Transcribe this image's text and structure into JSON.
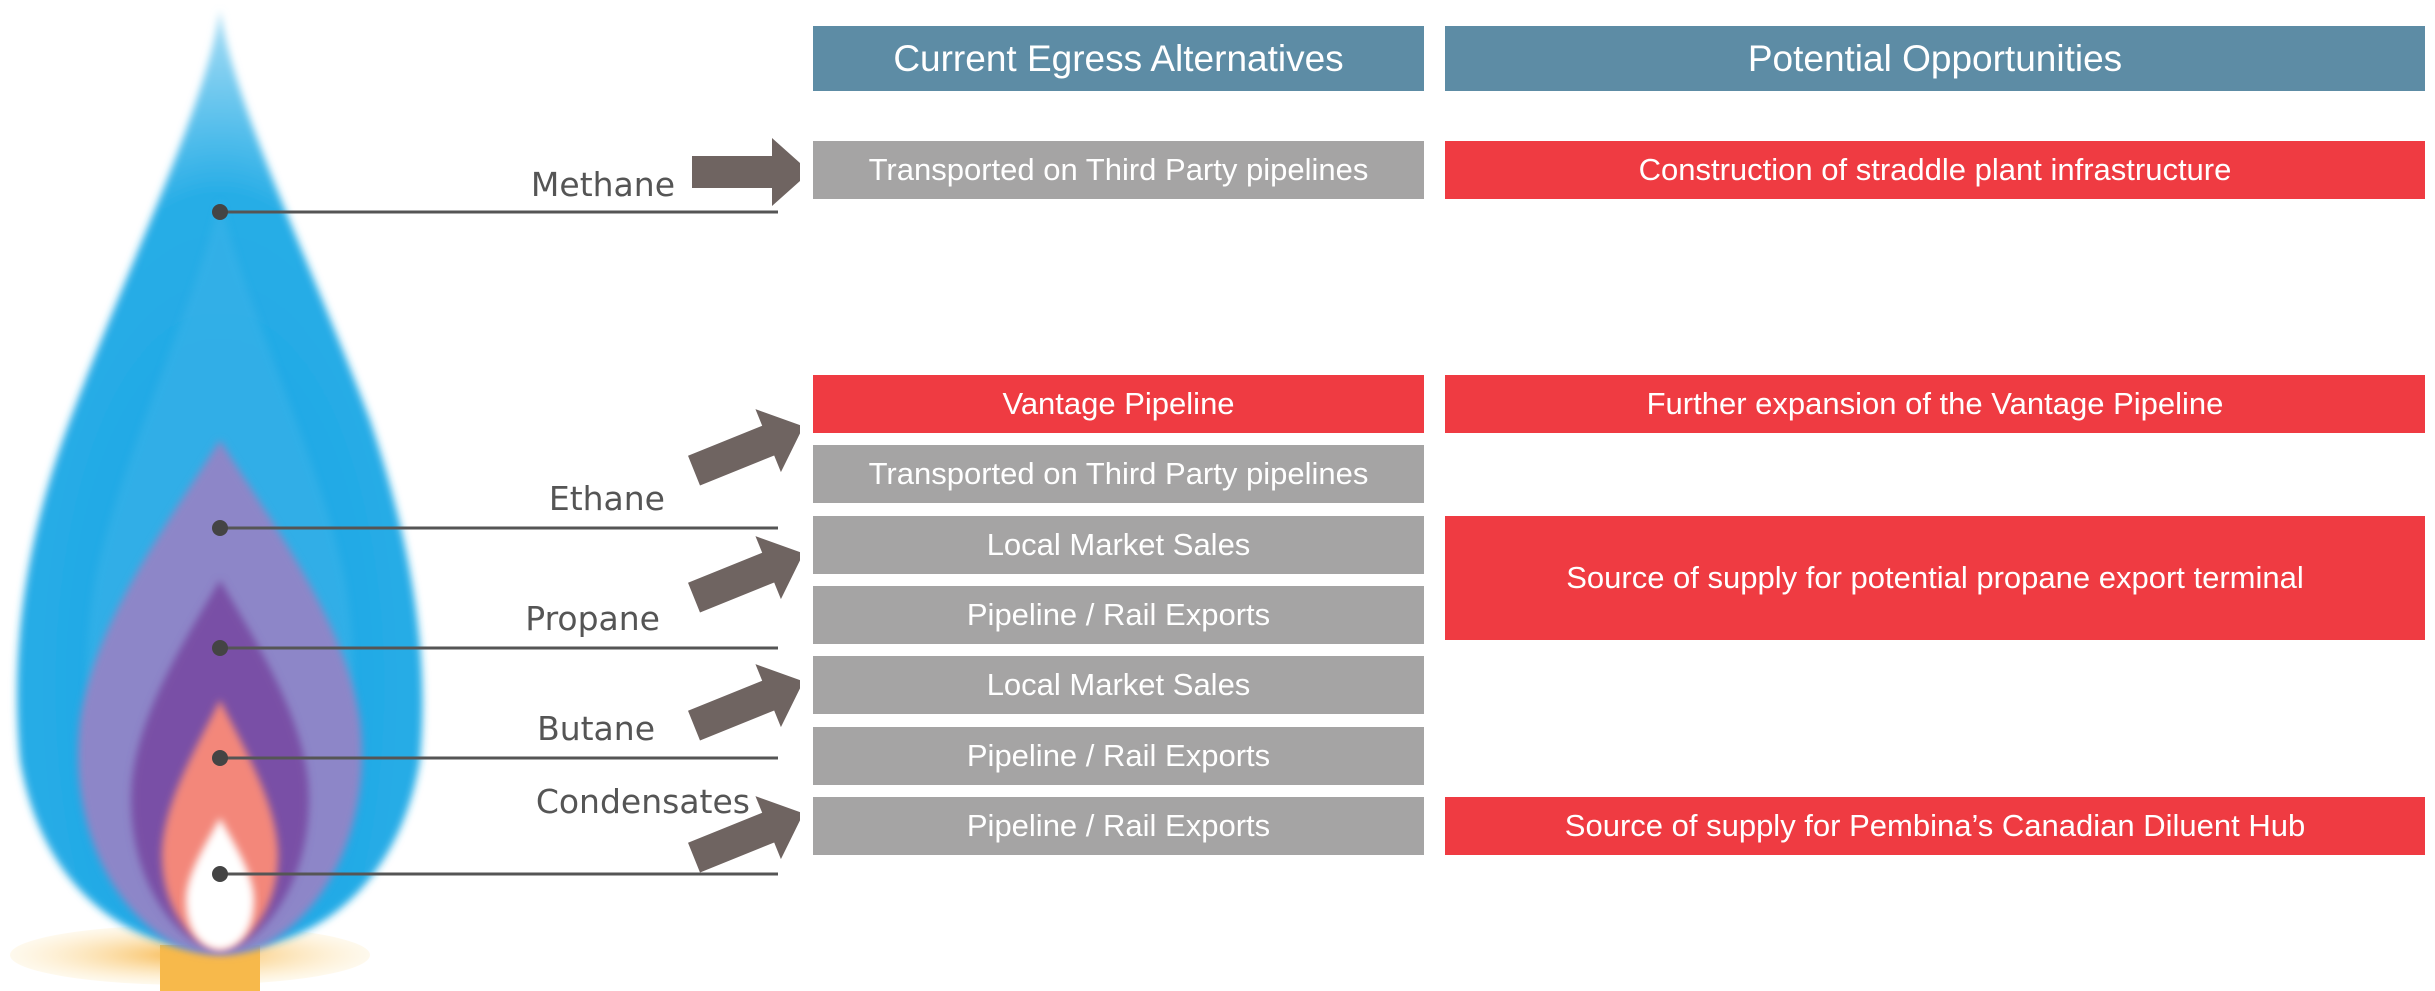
{
  "headers": {
    "current": "Current Egress Alternatives",
    "potential": "Potential Opportunities"
  },
  "gases": {
    "methane": "Methane",
    "ethane": "Ethane",
    "propane": "Propane",
    "butane": "Butane",
    "condensates": "Condensates"
  },
  "current": {
    "methane_third_party": "Transported on Third Party pipelines",
    "vantage": "Vantage Pipeline",
    "ethane_third_party": "Transported on Third Party pipelines",
    "propane_local": "Local Market Sales",
    "propane_export": "Pipeline / Rail Exports",
    "butane_local": "Local Market Sales",
    "butane_export": "Pipeline / Rail Exports",
    "condensates_export": "Pipeline / Rail Exports"
  },
  "opportunities": {
    "straddle": "Construction of straddle plant infrastructure",
    "vantage_expansion": "Further expansion of the Vantage Pipeline",
    "propane_terminal": "Source of supply for potential propane export terminal",
    "diluent_hub": "Source of supply for Pembina’s Canadian Diluent Hub"
  },
  "colors": {
    "header": "#5d8ca5",
    "current_box": "#a5a4a4",
    "highlight_box": "#ef3b42",
    "arrow": "#6f6461",
    "flame_outer": "#22a8e4",
    "flame_mid": "#8b86c6",
    "flame_inner": "#7a4fa5",
    "flame_core": "#f58a7c",
    "flame_center": "#ffffff",
    "burner": "#f7b94b"
  }
}
